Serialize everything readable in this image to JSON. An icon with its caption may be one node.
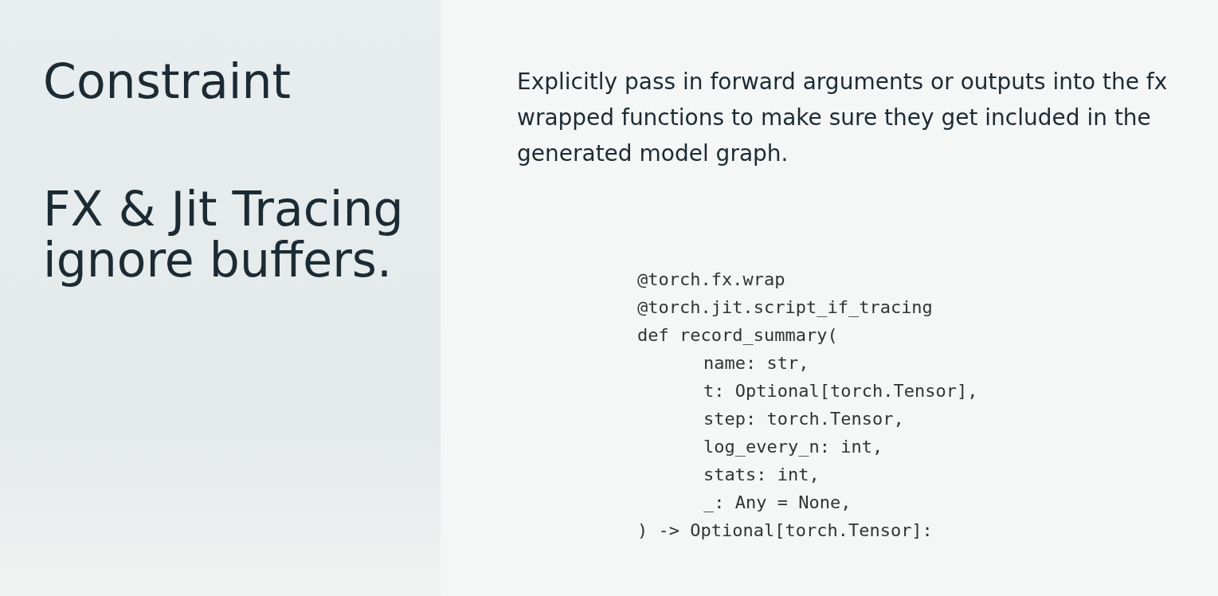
{
  "diagram": {
    "labels": [
      "Constraint",
      "FX & Jit Tracing ignore buffers.",
      "Explicitly pass in forward arguments or outputs into the fx wrapped functions to make sure they get included in the generated model graph.",
      "@torch.fx.wrap",
      "@torch.jit.script_if_tracing",
      "def record_summary(",
      "name: str,",
      "t: Optional[torch.Tensor],",
      "step: torch.Tensor,",
      "log_every_n: int,",
      "stats: int,",
      "_: Any = None,",
      ") -> Optional[torch.Tensor]:"
    ]
  }
}
